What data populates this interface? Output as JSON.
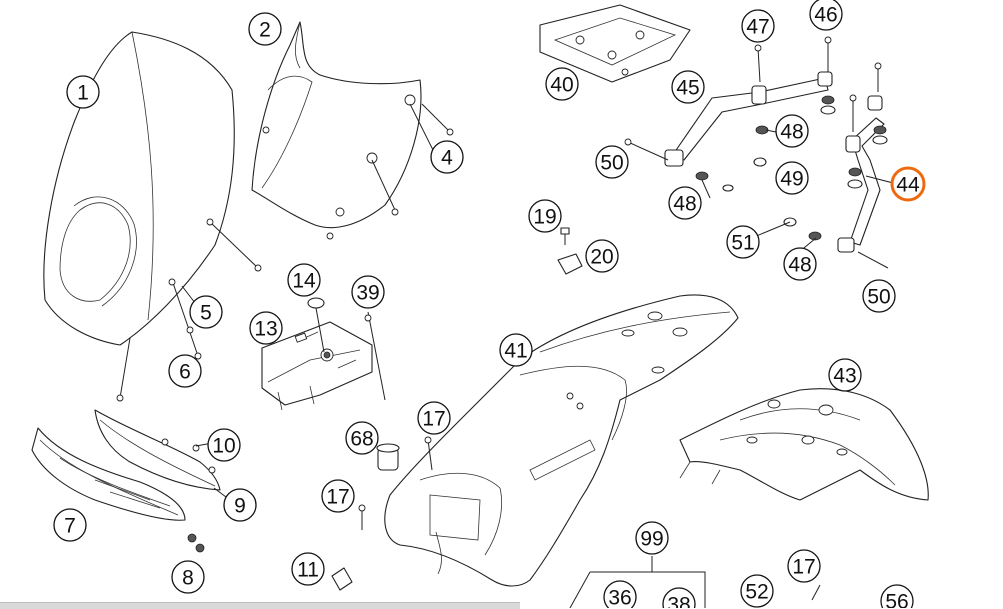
{
  "highlight_color": "#ee6a10",
  "callouts": [
    {
      "id": "c1",
      "label": "1",
      "highlight": false
    },
    {
      "id": "c2",
      "label": "2",
      "highlight": false
    },
    {
      "id": "c4",
      "label": "4",
      "highlight": false
    },
    {
      "id": "c5",
      "label": "5",
      "highlight": false
    },
    {
      "id": "c6",
      "label": "6",
      "highlight": false
    },
    {
      "id": "c7",
      "label": "7",
      "highlight": false
    },
    {
      "id": "c8",
      "label": "8",
      "highlight": false
    },
    {
      "id": "c9",
      "label": "9",
      "highlight": false
    },
    {
      "id": "c10",
      "label": "10",
      "highlight": false
    },
    {
      "id": "c11",
      "label": "11",
      "highlight": false
    },
    {
      "id": "c13",
      "label": "13",
      "highlight": false
    },
    {
      "id": "c14",
      "label": "14",
      "highlight": false
    },
    {
      "id": "c17a",
      "label": "17",
      "highlight": false
    },
    {
      "id": "c17b",
      "label": "17",
      "highlight": false
    },
    {
      "id": "c17c",
      "label": "17",
      "highlight": false
    },
    {
      "id": "c19",
      "label": "19",
      "highlight": false
    },
    {
      "id": "c20",
      "label": "20",
      "highlight": false
    },
    {
      "id": "c36",
      "label": "36",
      "highlight": false
    },
    {
      "id": "c38",
      "label": "38",
      "highlight": false
    },
    {
      "id": "c39",
      "label": "39",
      "highlight": false
    },
    {
      "id": "c40",
      "label": "40",
      "highlight": false
    },
    {
      "id": "c41",
      "label": "41",
      "highlight": false
    },
    {
      "id": "c43",
      "label": "43",
      "highlight": false
    },
    {
      "id": "c44",
      "label": "44",
      "highlight": true
    },
    {
      "id": "c45",
      "label": "45",
      "highlight": false
    },
    {
      "id": "c46",
      "label": "46",
      "highlight": false
    },
    {
      "id": "c47",
      "label": "47",
      "highlight": false
    },
    {
      "id": "c48a",
      "label": "48",
      "highlight": false
    },
    {
      "id": "c48b",
      "label": "48",
      "highlight": false
    },
    {
      "id": "c48c",
      "label": "48",
      "highlight": false
    },
    {
      "id": "c49",
      "label": "49",
      "highlight": false
    },
    {
      "id": "c50a",
      "label": "50",
      "highlight": false
    },
    {
      "id": "c50b",
      "label": "50",
      "highlight": false
    },
    {
      "id": "c51",
      "label": "51",
      "highlight": false
    },
    {
      "id": "c52",
      "label": "52",
      "highlight": false
    },
    {
      "id": "c56",
      "label": "56",
      "highlight": false
    },
    {
      "id": "c68",
      "label": "68",
      "highlight": false
    },
    {
      "id": "c99",
      "label": "99",
      "highlight": false
    }
  ]
}
